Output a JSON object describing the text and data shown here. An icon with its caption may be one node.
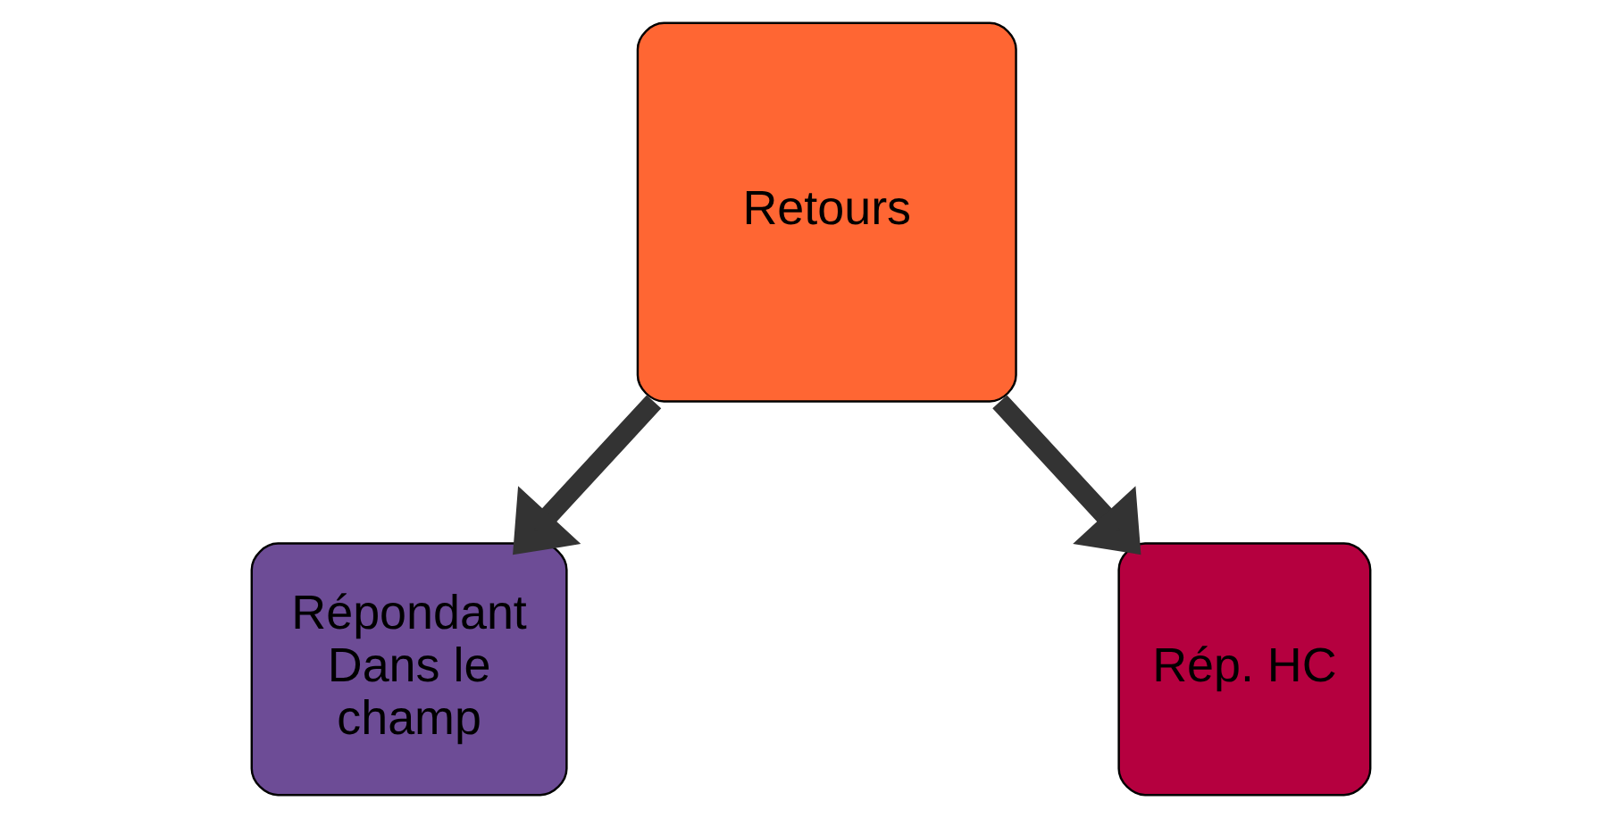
{
  "diagram": {
    "nodes": [
      {
        "text": [
          "Retours"
        ]
      },
      {
        "text": [
          "Répondant Dans le champ"
        ]
      },
      {
        "text": [
          "Rép. HC"
        ]
      }
    ],
    "edges": [
      {
        "from": 0,
        "to": 1,
        "arrow": "to"
      },
      {
        "from": 0,
        "to": 2,
        "arrow": "to"
      }
    ]
  }
}
